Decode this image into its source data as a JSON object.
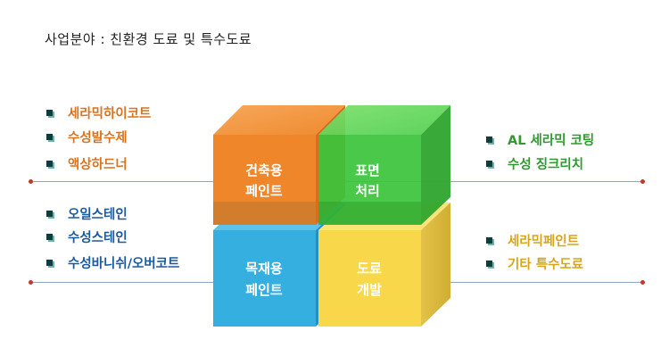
{
  "title": "사업분야 : 친환경 도료 및 특수도료",
  "colors": {
    "orange_text": "#d9731f",
    "green_text": "#2f9a2f",
    "gold_text": "#d7a51b",
    "line": "#8aa9c9",
    "dot": "#c0392b"
  },
  "left_top_list": [
    "세라믹하이코트",
    "수성발수제",
    "액상하드너"
  ],
  "left_bottom_list": [
    "오일스테인",
    "수성스테인",
    "수성바니쉬/오버코트"
  ],
  "right_top_list": [
    "AL 세라믹  코팅",
    "수성 징크리치"
  ],
  "right_bottom_list": [
    "세라믹페인트",
    "기타 특수도료"
  ],
  "cubes": {
    "top_left": {
      "line1": "건축용",
      "line2": "페인트",
      "color": "#f0862a"
    },
    "top_right": {
      "line1": "표면",
      "line2": "처리",
      "color": "#3cc43c"
    },
    "bottom_left": {
      "line1": "목재용",
      "line2": "페인트",
      "color": "#35aee0"
    },
    "bottom_right": {
      "line1": "도료",
      "line2": "개발",
      "color": "#f7d642"
    }
  }
}
